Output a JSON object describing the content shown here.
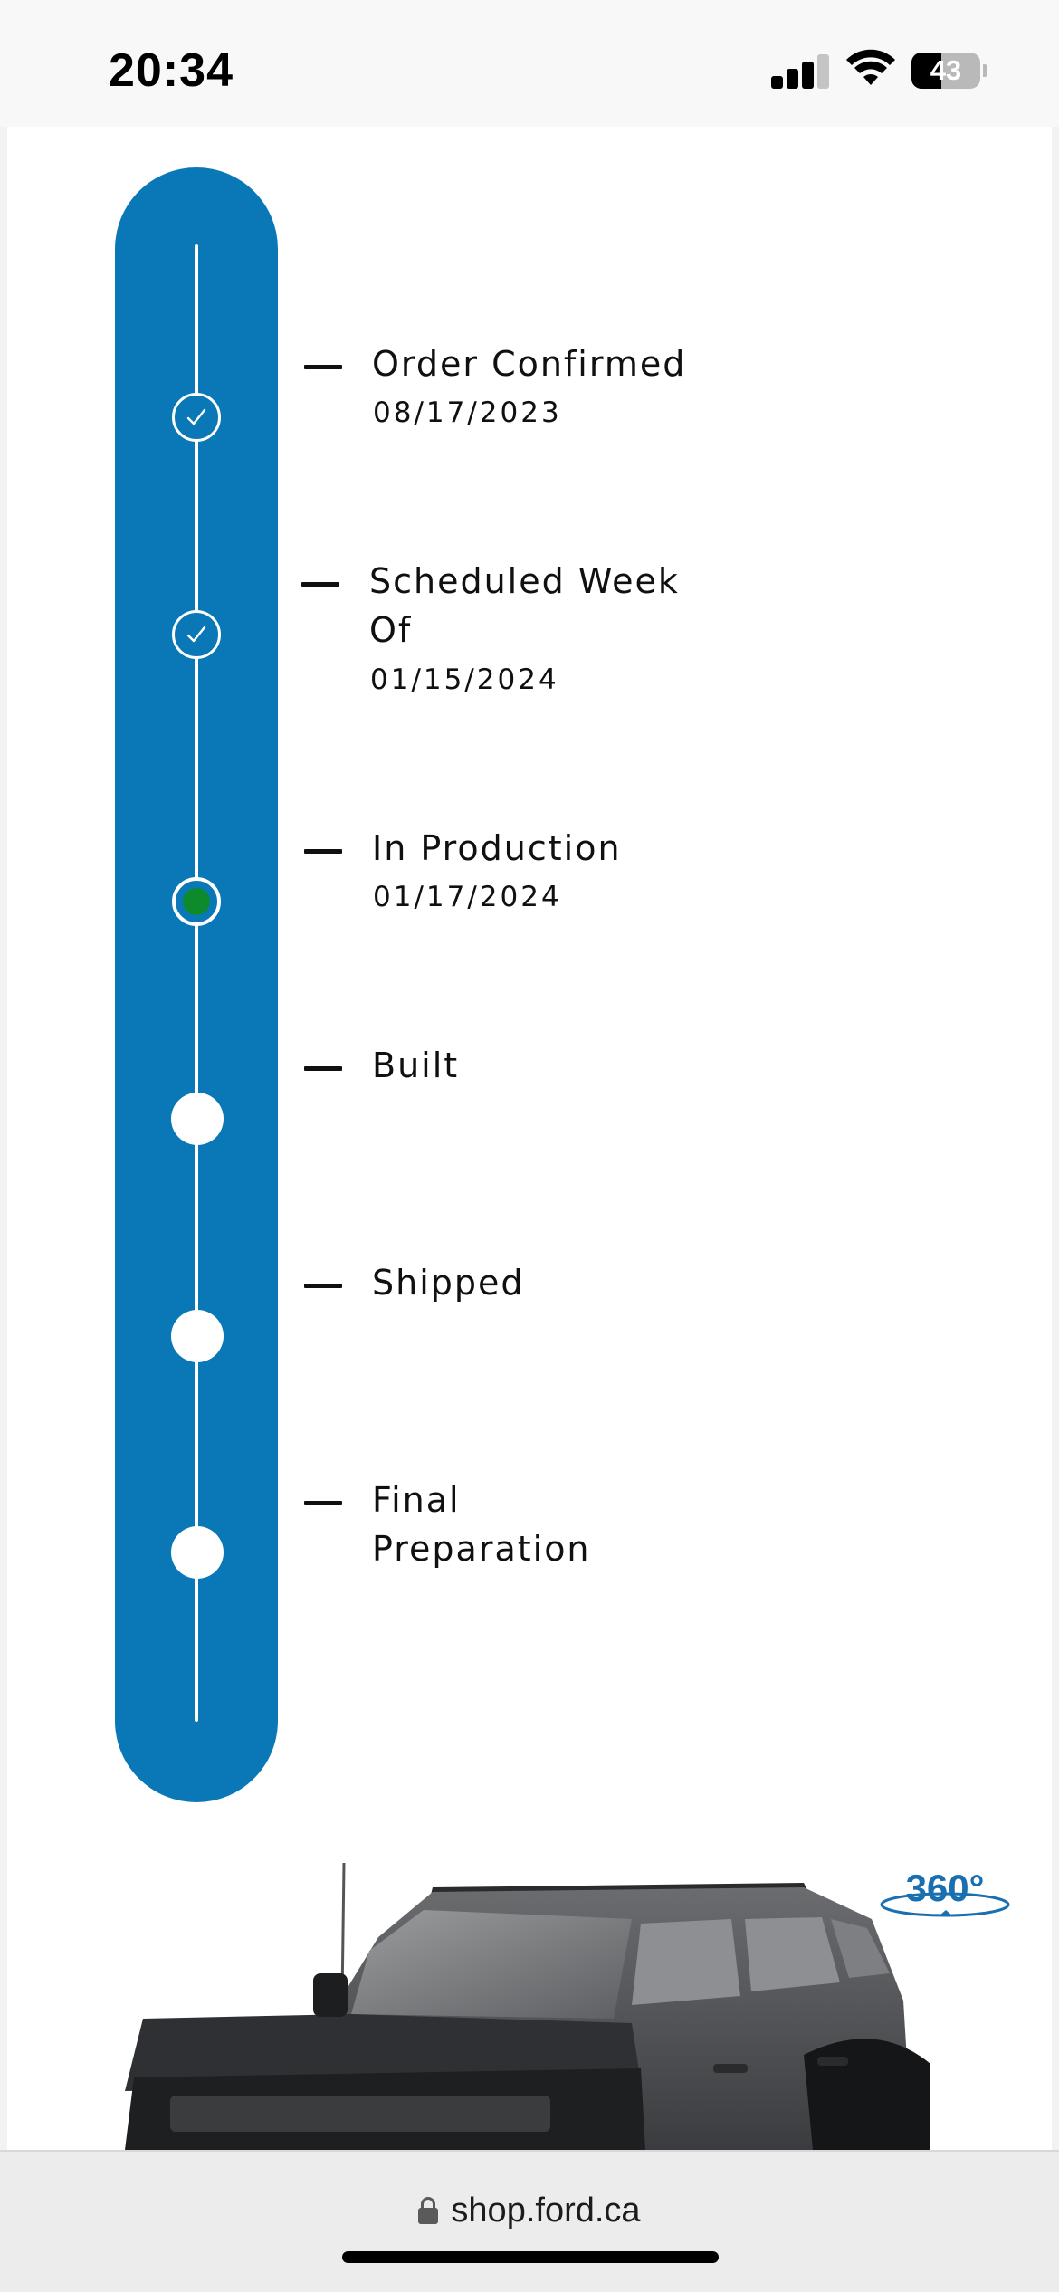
{
  "status_bar": {
    "time": "20:34",
    "battery_level": "43",
    "battery_fraction": 0.43,
    "signal_bars_filled": 3,
    "signal_bars_total": 4
  },
  "timeline": {
    "accent_color": "#0a78b6",
    "current_color": "#0d8a2b",
    "steps": [
      {
        "label": "Order Confirmed",
        "date": "08/17/2023",
        "status": "complete",
        "icon": "check-icon"
      },
      {
        "label": "Scheduled Week Of",
        "date": "01/15/2024",
        "status": "complete",
        "icon": "check-icon"
      },
      {
        "label": "In Production",
        "date": "01/17/2024",
        "status": "current",
        "icon": "current-dot-icon"
      },
      {
        "label": "Built",
        "date": "",
        "status": "pending",
        "icon": "pending-dot-icon"
      },
      {
        "label": "Shipped",
        "date": "",
        "status": "pending",
        "icon": "pending-dot-icon"
      },
      {
        "label": "Final Preparation",
        "date": "",
        "status": "pending",
        "icon": "pending-dot-icon"
      }
    ]
  },
  "vehicle": {
    "badge_360": "360°",
    "image_icon": "vehicle-image"
  },
  "browser": {
    "url": "shop.ford.ca",
    "lock_icon": "lock-icon"
  }
}
